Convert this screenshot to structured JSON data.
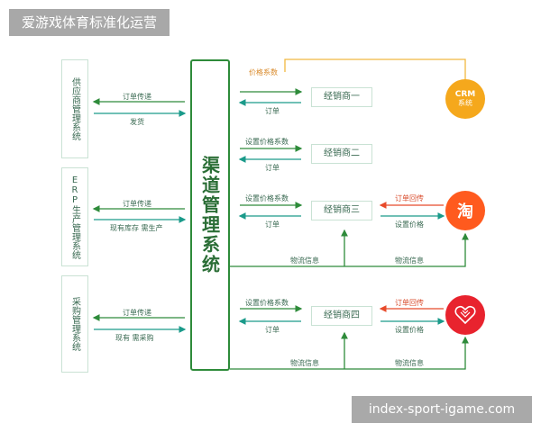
{
  "overlay": {
    "title": "爱游戏体育标准化运营",
    "watermark": "index-sport-igame.com"
  },
  "left_boxes": {
    "supplier": "供应商管理系统",
    "erp": "ERP生产管理系统",
    "purchase": "采购管理系统"
  },
  "center": {
    "label": "渠道管理系统"
  },
  "distributors": [
    "经销商一",
    "经销商二",
    "经销商三",
    "经销商四"
  ],
  "flows": {
    "order_transfer": "订单传递",
    "ship": "发货",
    "stock_need": "现有库存 需生产",
    "stock_purchase": "现有 需采购",
    "price_factor": "价格系数",
    "set_price_factor": "设置价格系数",
    "order": "订单",
    "order_return": "订单回传",
    "set_price": "设置价格",
    "logistics": "物流信息"
  },
  "channels": {
    "crm_line1": "CRM",
    "crm_line2": "系统",
    "taobao": "淘"
  },
  "colors": {
    "green": "#2e8b3a",
    "teal": "#1a9a8a",
    "orange_line": "#f0b840",
    "red_arrow": "#e84a2a",
    "crm": "#f5a81c",
    "taobao": "#ff5a1e",
    "jd": "#e8232e"
  }
}
